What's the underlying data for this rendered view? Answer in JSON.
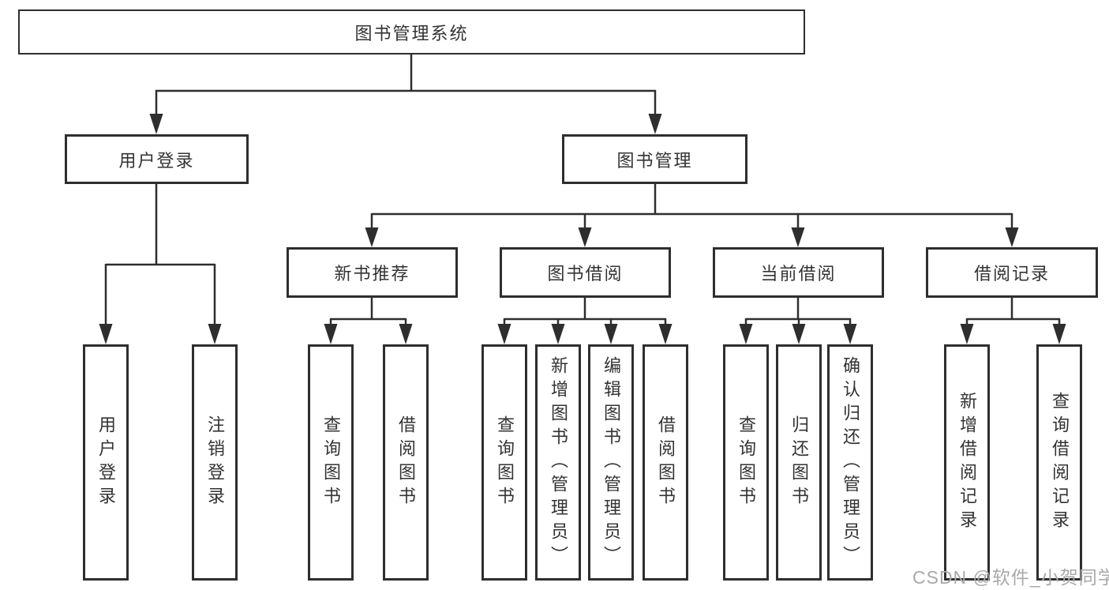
{
  "diagram": {
    "root": {
      "label": "图书管理系统"
    },
    "level2": [
      {
        "id": "user-login",
        "label": "用户登录"
      },
      {
        "id": "book-management",
        "label": "图书管理"
      }
    ],
    "level3": [
      {
        "id": "new-book-recommend",
        "label": "新书推荐"
      },
      {
        "id": "book-borrow",
        "label": "图书借阅"
      },
      {
        "id": "current-borrow",
        "label": "当前借阅"
      },
      {
        "id": "borrow-records",
        "label": "借阅记录"
      }
    ],
    "leaves": {
      "user_login": [
        "用户登录",
        "注销登录"
      ],
      "new_book_recommend": [
        "查询图书",
        "借阅图书"
      ],
      "book_borrow": [
        "查询图书",
        "新增图书（管理员）",
        "编辑图书（管理员）",
        "借阅图书"
      ],
      "current_borrow": [
        "查询图书",
        "归还图书",
        "确认归还（管理员）"
      ],
      "borrow_records": [
        "新增借阅记录",
        "查询借阅记录"
      ]
    }
  },
  "watermark": {
    "text": "CSDN @软件_小贺同学",
    "color": "#a9a9a9"
  },
  "colors": {
    "line": "#2e2e2e",
    "box_border": "#2e2e2e",
    "text": "#333333",
    "background": "#ffffff"
  }
}
